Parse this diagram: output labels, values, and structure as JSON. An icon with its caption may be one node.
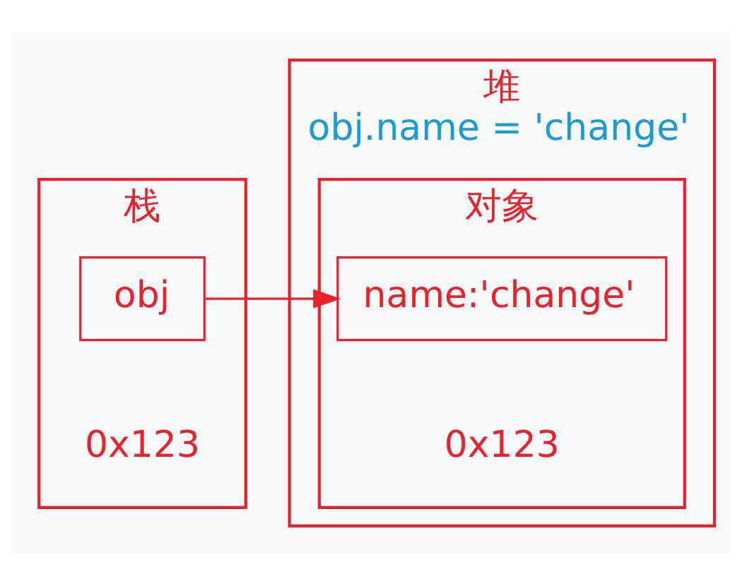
{
  "diagram": {
    "nodes": [
      {
        "text": [
          "栈"
        ]
      },
      {
        "text": [
          "obj"
        ],
        "in": 0,
        "beside": [
          "0x123"
        ]
      },
      {
        "text": [
          "堆",
          "obj.name = 'change'"
        ]
      },
      {
        "text": [
          "对象"
        ],
        "in": 2,
        "beside": [
          "0x123"
        ]
      },
      {
        "text": [
          "name:'change'"
        ],
        "in": 3
      }
    ],
    "edges": [
      {
        "from": 1,
        "to": 4,
        "arrow": "to",
        "color": "#e8212b"
      }
    ]
  }
}
